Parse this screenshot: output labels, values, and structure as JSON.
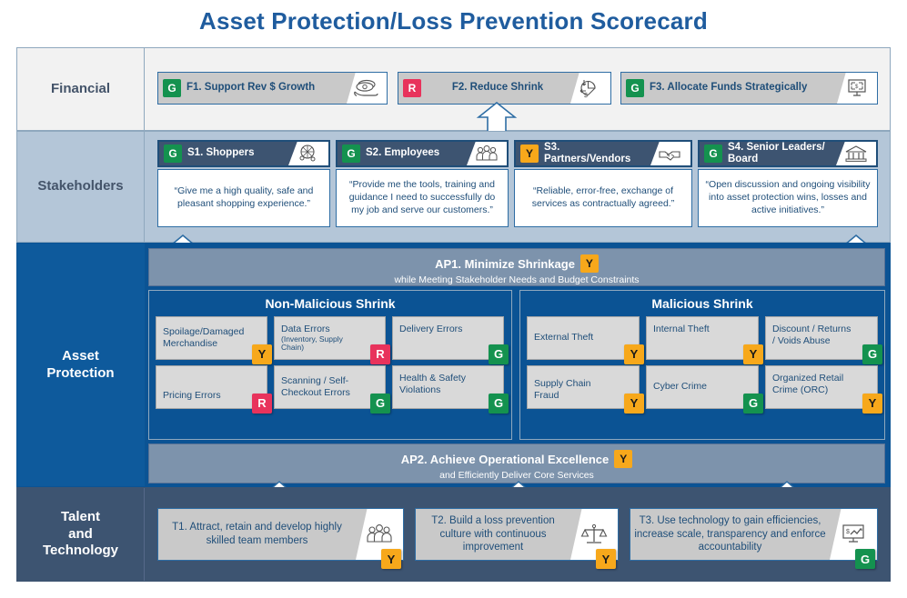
{
  "title": "Asset Protection/Loss Prevention Scorecard",
  "colors": {
    "green": "#14924F",
    "yellow": "#F7A81B",
    "red": "#E8335C",
    "title_blue": "#1F5C9E",
    "asset_blue": "#0B5394",
    "talent_slate": "#3D5471",
    "stakeholder_blue": "#B4C6D8",
    "band_gray": "#7D93AC"
  },
  "rows": [
    {
      "label": "Financial"
    },
    {
      "label": "Stakeholders"
    },
    {
      "label": "Asset\nProtection",
      "line1": "Asset",
      "line2": "Protection"
    },
    {
      "label": "Talent and Technology",
      "line1": "Talent",
      "line2": "and",
      "line3": "Technology"
    }
  ],
  "financial": {
    "objectives": [
      {
        "status": "G",
        "text": "F1.  Support Rev $ Growth",
        "icon": "money-hand-icon"
      },
      {
        "status": "R",
        "text": "F2.  Reduce Shrink",
        "icon": "shrink-pie-chart-icon"
      },
      {
        "status": "G",
        "text": "F3.  Allocate Funds Strategically",
        "icon": "presentation-budget-icon"
      }
    ]
  },
  "stakeholders": {
    "items": [
      {
        "status": "G",
        "text": "S1.  Shoppers",
        "icon": "shopping-cart-icon",
        "quote": "“Give me a high quality, safe and pleasant shopping experience.”"
      },
      {
        "status": "G",
        "text": "S2.  Employees",
        "icon": "people-group-icon",
        "quote": "“Provide me the tools, training and guidance I need to successfully do my job and serve our customers.”"
      },
      {
        "status": "Y",
        "text": "S3.  Partners/Vendors",
        "icon": "handshake-icon",
        "quote": "“Reliable, error-free, exchange of services as contractually agreed.”"
      },
      {
        "status": "G",
        "text": "S4. Senior Leaders/ Board",
        "icon": "bank-building-icon",
        "quote": "“Open discussion and ongoing visibility into asset protection wins, losses and active initiatives.”"
      }
    ]
  },
  "asset_protection": {
    "ap1": {
      "title": "AP1.  Minimize Shrinkage",
      "status": "Y",
      "subtitle": "while Meeting Stakeholder Needs and Budget Constraints"
    },
    "ap2": {
      "title": "AP2.  Achieve Operational Excellence",
      "status": "Y",
      "subtitle": "and Efficiently Deliver Core Services"
    },
    "groups": [
      {
        "heading": "Non-Malicious Shrink",
        "cells": [
          {
            "text": "Spoilage/Damaged Merchandise",
            "sub": "",
            "status": "Y"
          },
          {
            "text": "Data Errors",
            "sub": "(Inventory, Supply Chain)",
            "status": "R"
          },
          {
            "text": "Delivery  Errors",
            "sub": "",
            "status": "G"
          },
          {
            "text": "Pricing Errors",
            "sub": "",
            "status": "R"
          },
          {
            "text": "Scanning / Self-Checkout Errors",
            "sub": "",
            "status": "G"
          },
          {
            "text": "Health & Safety Violations",
            "sub": "",
            "status": "G"
          }
        ]
      },
      {
        "heading": "Malicious Shrink",
        "cells": [
          {
            "text": "External Theft",
            "sub": "",
            "status": "Y"
          },
          {
            "text": "Internal Theft",
            "sub": "",
            "status": "Y"
          },
          {
            "text": "Discount / Returns / Voids Abuse",
            "sub": "",
            "status": "G"
          },
          {
            "text": "Supply Chain Fraud",
            "sub": "",
            "status": "Y"
          },
          {
            "text": "Cyber Crime",
            "sub": "",
            "status": "G"
          },
          {
            "text": "Organized Retail Crime (ORC)",
            "sub": "",
            "status": "Y"
          }
        ]
      }
    ]
  },
  "talent": {
    "items": [
      {
        "text": "T1.  Attract, retain and develop highly skilled team members",
        "status": "Y",
        "icon": "team-people-icon"
      },
      {
        "text": "T2.  Build a loss prevention culture with continuous improvement",
        "status": "Y",
        "icon": "scales-balance-icon"
      },
      {
        "text": "T3. Use technology to gain efficiencies, increase scale, transparency and enforce accountability",
        "status": "G",
        "icon": "chart-screen-icon"
      }
    ]
  }
}
